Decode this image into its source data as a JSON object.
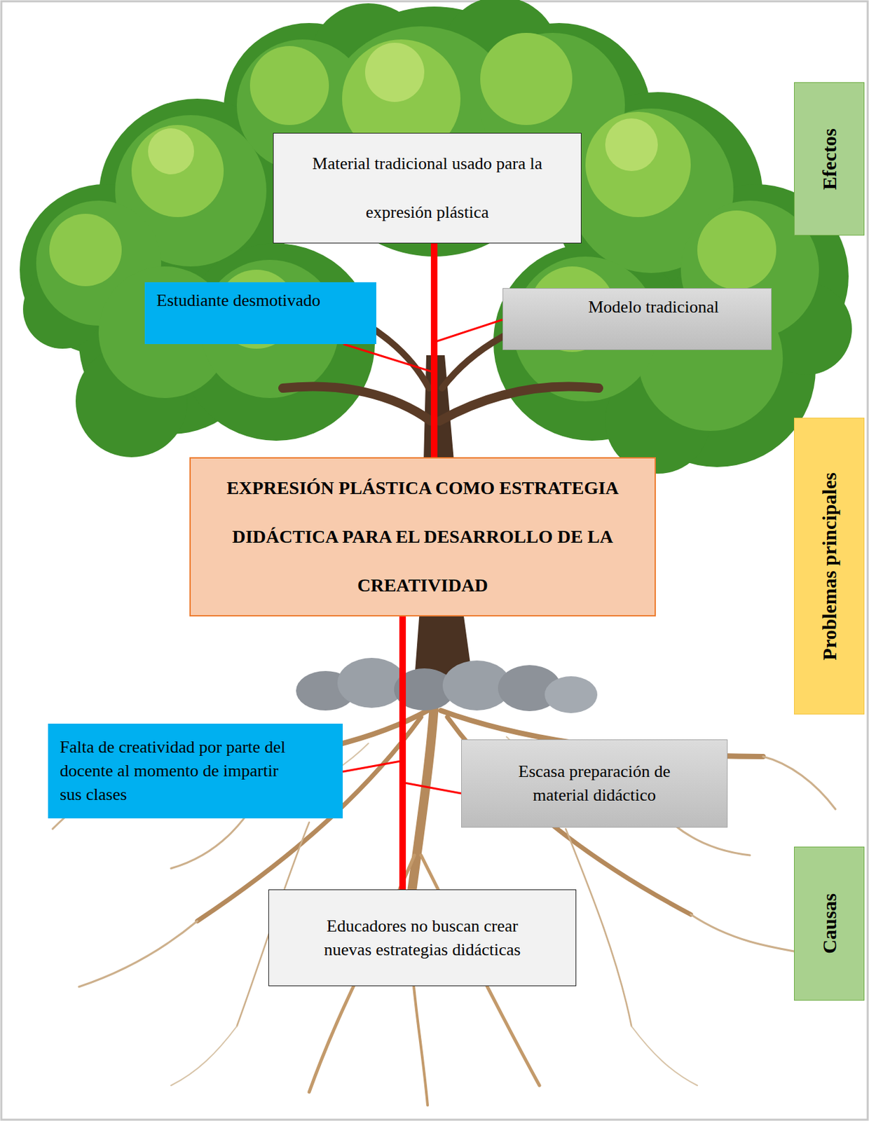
{
  "diagram": {
    "nodes": [
      {
        "text": [
          "Material tradicional usado para la expresión plástica"
        ]
      },
      {
        "text": [
          "Estudiante desmotivado"
        ]
      },
      {
        "text": [
          "Modelo tradicional"
        ]
      },
      {
        "text": [
          "EXPRESIÓN PLÁSTICA COMO ESTRATEGIA DIDÁCTICA PARA EL DESARROLLO DE LA CREATIVIDAD"
        ]
      },
      {
        "text": [
          "Falta de creatividad por parte del docente al momento de impartir sus clases"
        ]
      },
      {
        "text": [
          "Escasa preparación de material didáctico"
        ]
      },
      {
        "text": [
          "Educadores no buscan crear nuevas estrategias didácticas"
        ]
      },
      {
        "text": [
          "Efectos"
        ]
      },
      {
        "text": [
          "Problemas principales"
        ]
      },
      {
        "text": [
          "Causas"
        ]
      }
    ],
    "edges": [
      {
        "from": 3,
        "to": 0,
        "arrow": "none"
      },
      {
        "from": 1,
        "to": 3,
        "arrow": "none"
      },
      {
        "from": 2,
        "to": 3,
        "arrow": "none"
      },
      {
        "from": 3,
        "to": 6,
        "arrow": "none"
      },
      {
        "from": 4,
        "to": 3,
        "arrow": "none"
      },
      {
        "from": 5,
        "to": 3,
        "arrow": "none"
      }
    ]
  }
}
